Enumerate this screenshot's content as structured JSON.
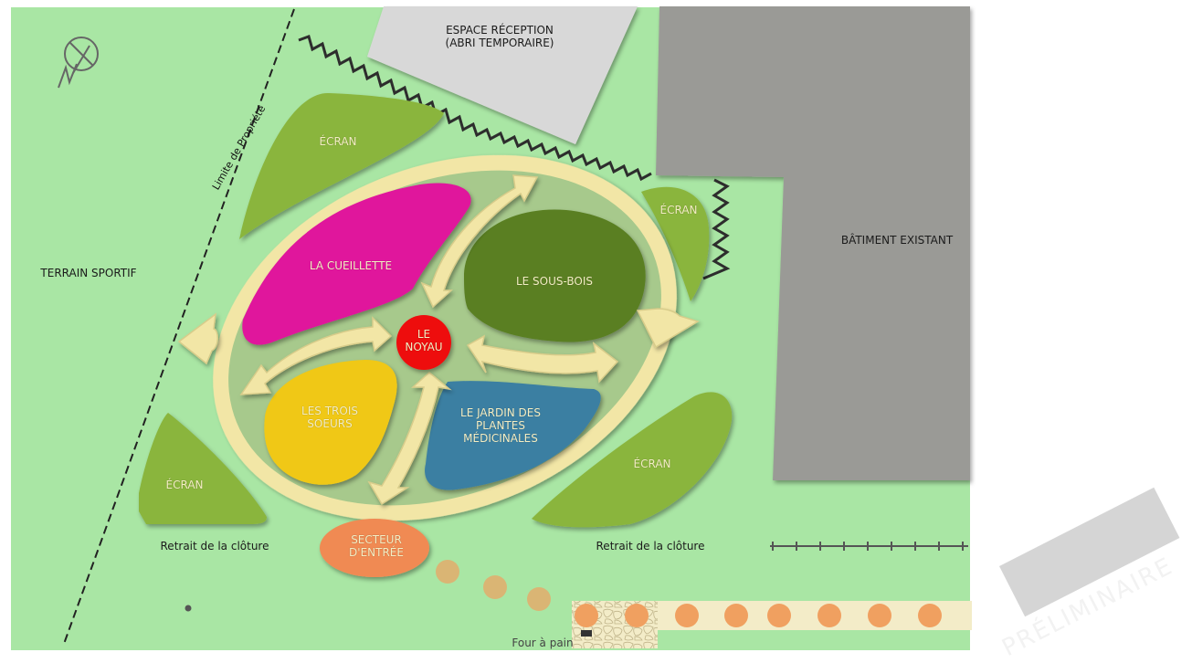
{
  "labels": {
    "reception": "ESPACE RÉCEPTION\n(ABRI TEMPORAIRE)",
    "building": "BÂTIMENT EXISTANT",
    "sports_field": "TERRAIN SPORTIF",
    "property_line": "Limite de Propriété",
    "screen": "ÉCRAN",
    "cueillette": "LA CUEILLETTE",
    "sous_bois": "LE SOUS-BOIS",
    "noyau": "LE\nNOYAU",
    "trois_soeurs": "LES TROIS\nSOEURS",
    "jardin": "LE JARDIN DES\nPLANTES\nMÉDICINALES",
    "entree": "SECTEUR\nD'ENTRÉE",
    "fence_setback": "Retrait de la clôture",
    "four": "Four à pain",
    "preliminary": "PRÉLIMINAIRE"
  },
  "colors": {
    "lawn": "#a9e6a4",
    "screen_green": "#8ab53c",
    "ring": "#f2e6a6",
    "inner": "#a7c98c",
    "cueillette": "#e0129c",
    "sous_bois": "#5a7f24",
    "noyau": "#ee1111",
    "trois_soeurs": "#f0c814",
    "jardin": "#3a7fa2",
    "entree": "#f08a52",
    "building": "#9a9a96",
    "reception": "#d8d8d8",
    "path_dots": "#f0a060"
  }
}
